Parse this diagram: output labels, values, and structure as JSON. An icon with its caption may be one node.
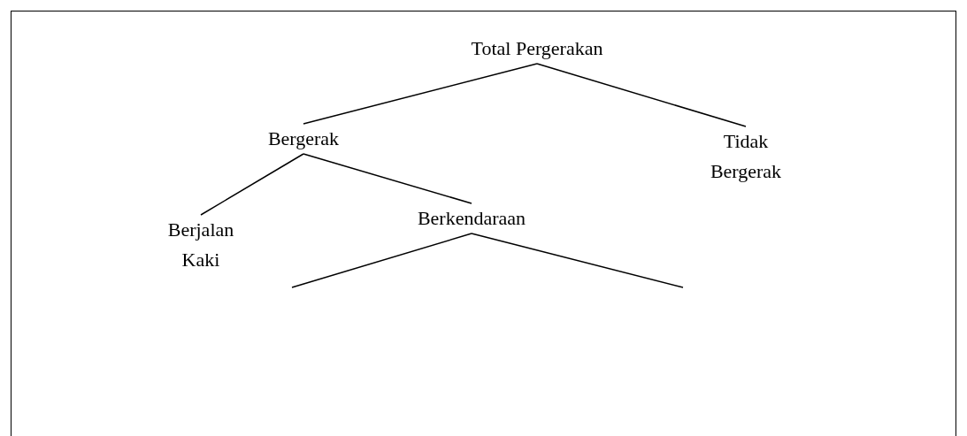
{
  "diagram": {
    "nodes": [
      {
        "text": [
          "Total Pergerakan"
        ]
      },
      {
        "text": [
          "Bergerak"
        ]
      },
      {
        "text": [
          "Tidak Bergerak"
        ]
      },
      {
        "text": [
          "Berjalan Kaki"
        ]
      },
      {
        "text": [
          "Berkendaraan"
        ]
      }
    ],
    "edges": [
      {
        "from": 0,
        "to": 1,
        "arrow": "none"
      },
      {
        "from": 0,
        "to": 2,
        "arrow": "none"
      },
      {
        "from": 1,
        "to": 3,
        "arrow": "none"
      },
      {
        "from": 1,
        "to": 4,
        "arrow": "none"
      },
      {
        "from": 4,
        "to": null,
        "arrow": "none"
      },
      {
        "from": 4,
        "to": null,
        "arrow": "none"
      }
    ]
  }
}
